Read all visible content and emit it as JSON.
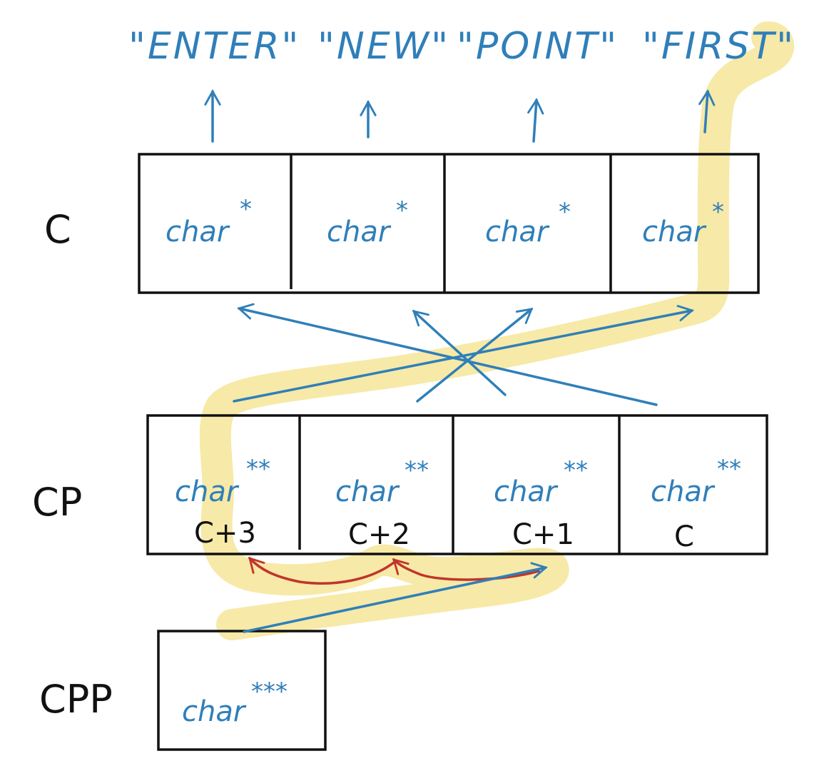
{
  "strings": [
    "\"ENTER\"",
    "\"NEW\"",
    "\"POINT\"",
    "\"FIRST\""
  ],
  "row_labels": {
    "c": "C",
    "cp": "CP",
    "cpp": "CPP"
  },
  "c_cells": [
    {
      "type": "char",
      "stars": "*"
    },
    {
      "type": "char",
      "stars": "*"
    },
    {
      "type": "char",
      "stars": "*"
    },
    {
      "type": "char",
      "stars": "*"
    }
  ],
  "cp_cells": [
    {
      "type": "char",
      "stars": "**",
      "index": "C+3"
    },
    {
      "type": "char",
      "stars": "**",
      "index": "C+2"
    },
    {
      "type": "char",
      "stars": "**",
      "index": "C+1"
    },
    {
      "type": "char",
      "stars": "**",
      "index": "C"
    }
  ],
  "cpp_cell": {
    "type": "char",
    "stars": "***"
  },
  "colors": {
    "ink": "#111111",
    "pen_blue": "#2f7fb9",
    "pen_red": "#c0352b",
    "highlight": "#f4e28a"
  }
}
